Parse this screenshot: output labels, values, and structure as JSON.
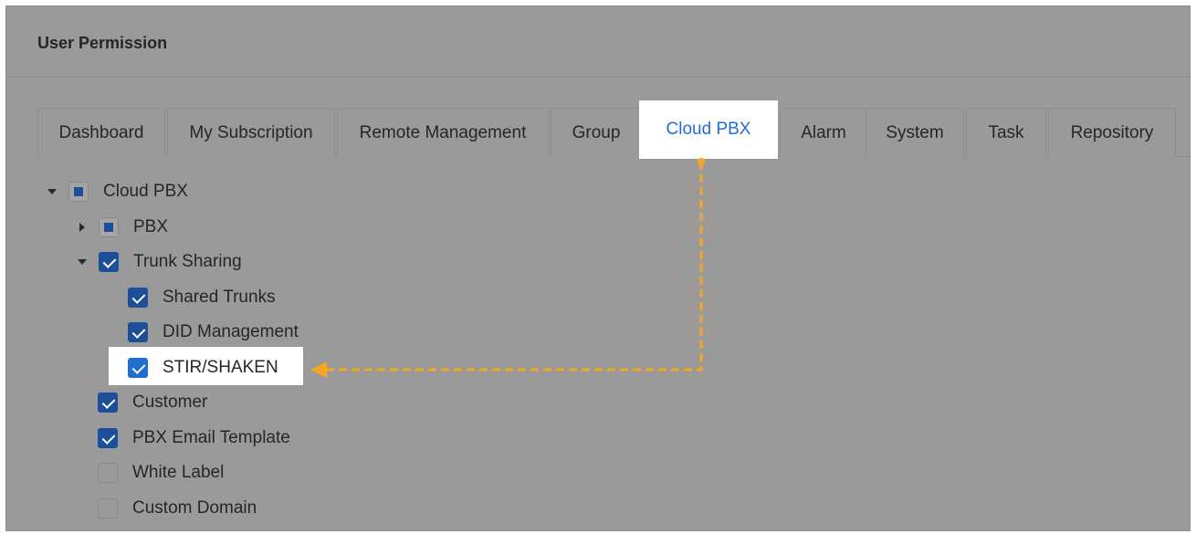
{
  "header": {
    "title": "User Permission"
  },
  "tabs": [
    {
      "label": "Dashboard",
      "active": false
    },
    {
      "label": "My Subscription",
      "active": false
    },
    {
      "label": "Remote Management",
      "active": false
    },
    {
      "label": "Group",
      "active": false
    },
    {
      "label": "Cloud PBX",
      "active": true
    },
    {
      "label": "Alarm",
      "active": false
    },
    {
      "label": "System",
      "active": false
    },
    {
      "label": "Task",
      "active": false
    },
    {
      "label": "Repository",
      "active": false
    }
  ],
  "tree": {
    "root": {
      "label": "Cloud PBX",
      "state": "partial",
      "expanded": true
    },
    "pbx": {
      "label": "PBX",
      "state": "partial",
      "expanded": false
    },
    "trunk_sharing": {
      "label": "Trunk Sharing",
      "state": "checked",
      "expanded": true
    },
    "shared_trunks": {
      "label": "Shared Trunks",
      "state": "checked"
    },
    "did_management": {
      "label": "DID Management",
      "state": "checked"
    },
    "stir_shaken": {
      "label": "STIR/SHAKEN",
      "state": "checked",
      "highlighted": true
    },
    "customer": {
      "label": "Customer",
      "state": "checked"
    },
    "pbx_email_template": {
      "label": "PBX Email Template",
      "state": "checked"
    },
    "white_label": {
      "label": "White Label",
      "state": "unchecked"
    },
    "custom_domain": {
      "label": "Custom Domain",
      "state": "unchecked"
    }
  },
  "colors": {
    "overlay": "#9a9a9a",
    "active_tab_text": "#1f6fd1",
    "checkbox_checked": "#1c4f97",
    "annotation_arrow": "#f5a623"
  }
}
